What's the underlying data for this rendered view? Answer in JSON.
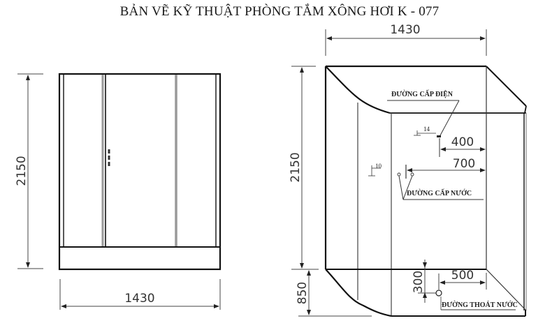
{
  "title": "BẢN VẼ KỸ THUẬT PHÒNG TẮM  XÔNG HƠI K - 077",
  "front_view": {
    "height_dim": "2150",
    "width_dim": "1430"
  },
  "side_view": {
    "width_dim": "1430",
    "height_dim": "2150",
    "base_dim": "850",
    "electric_label": "ĐƯỜNG CẤP ĐIỆN",
    "electric_diameter": "14",
    "electric_offset": "400",
    "water_label": "ĐƯỜNG CẤP NƯỚC",
    "water_diameter": "10",
    "water_offset": "700",
    "drain_label": "ĐƯỜNG THOÁT NƯỚC",
    "drain_offset": "500",
    "drain_height": "300"
  },
  "colors": {
    "line": "#111111",
    "thin": "#555555",
    "background": "#ffffff"
  }
}
